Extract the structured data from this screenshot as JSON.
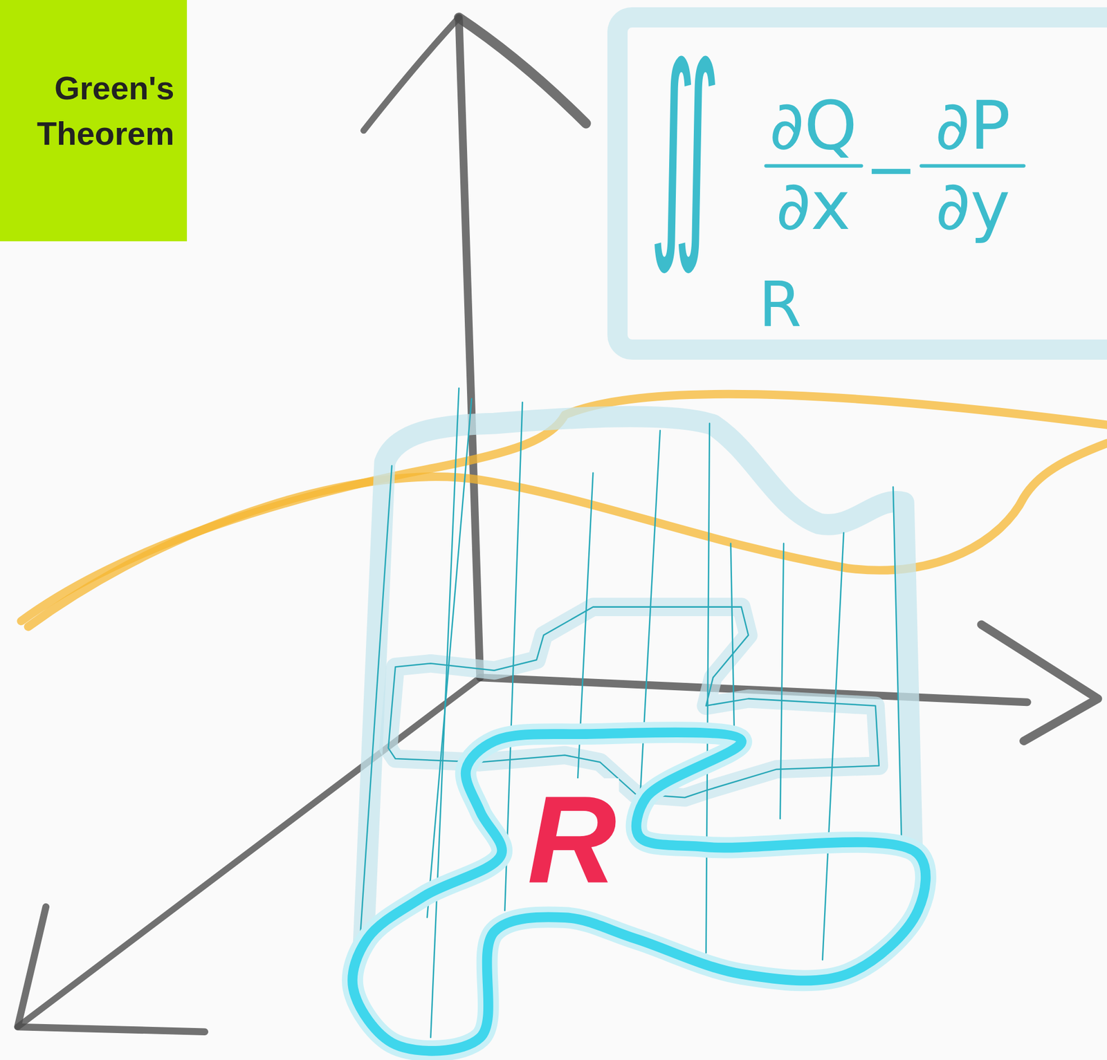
{
  "diagram": {
    "nodes": [
      {
        "text": [
          "Green's Theorem"
        ]
      },
      {
        "text": [
          "∬",
          "R",
          "∂Q",
          "∂x",
          "−",
          "∂P",
          "∂y"
        ]
      },
      {
        "text": [
          "R"
        ]
      }
    ]
  }
}
